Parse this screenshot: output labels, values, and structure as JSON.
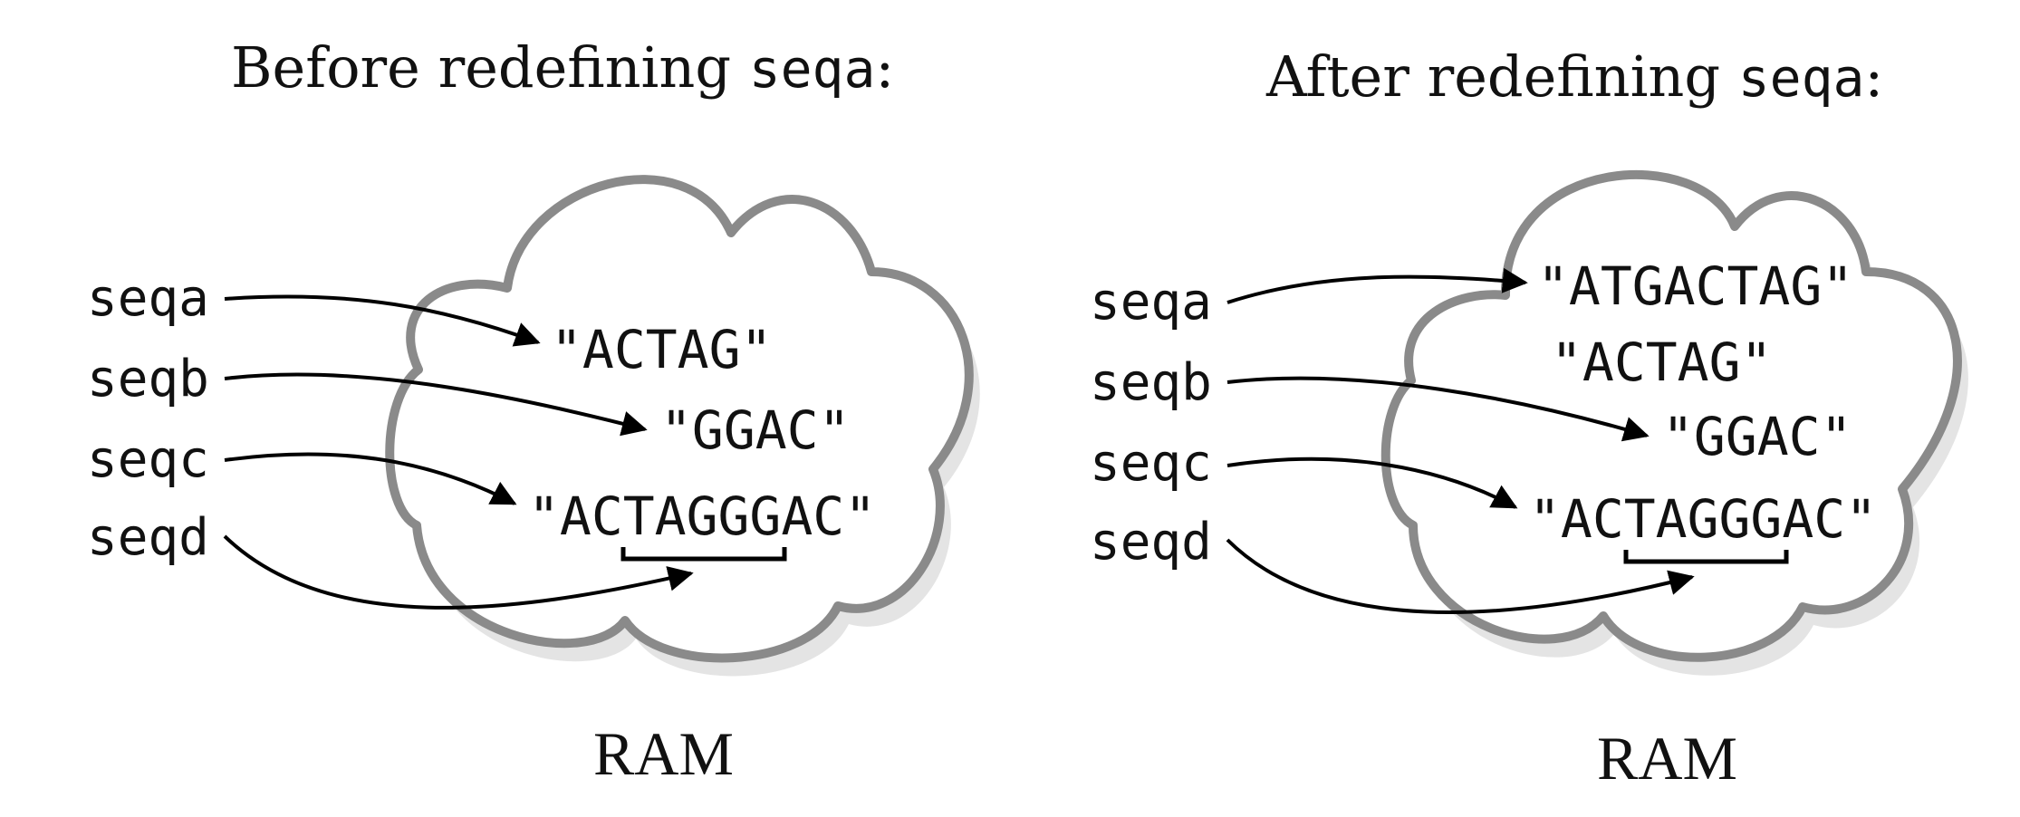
{
  "panels": {
    "before": {
      "title_text": "Before redefining ",
      "title_code": "seqa",
      "title_colon": ":",
      "variables": [
        "seqa",
        "seqb",
        "seqc",
        "seqd"
      ],
      "strings": {
        "actag": "\"ACTAG\"",
        "ggac": "\"GGAC\"",
        "actagggac": "\"ACTAGGGAC\""
      },
      "memory_label": "RAM"
    },
    "after": {
      "title_text": "After redefining ",
      "title_code": "seqa",
      "title_colon": ":",
      "variables": [
        "seqa",
        "seqb",
        "seqc",
        "seqd"
      ],
      "strings": {
        "atgactag": "\"ATGACTAG\"",
        "actag": "\"ACTAG\"",
        "ggac": "\"GGAC\"",
        "actagggac": "\"ACTAGGGAC\""
      },
      "memory_label": "RAM"
    }
  },
  "colors": {
    "cloud_outline": "#8a8a8a",
    "cloud_shadow": "#e4e4e4",
    "arrow": "#000000"
  }
}
